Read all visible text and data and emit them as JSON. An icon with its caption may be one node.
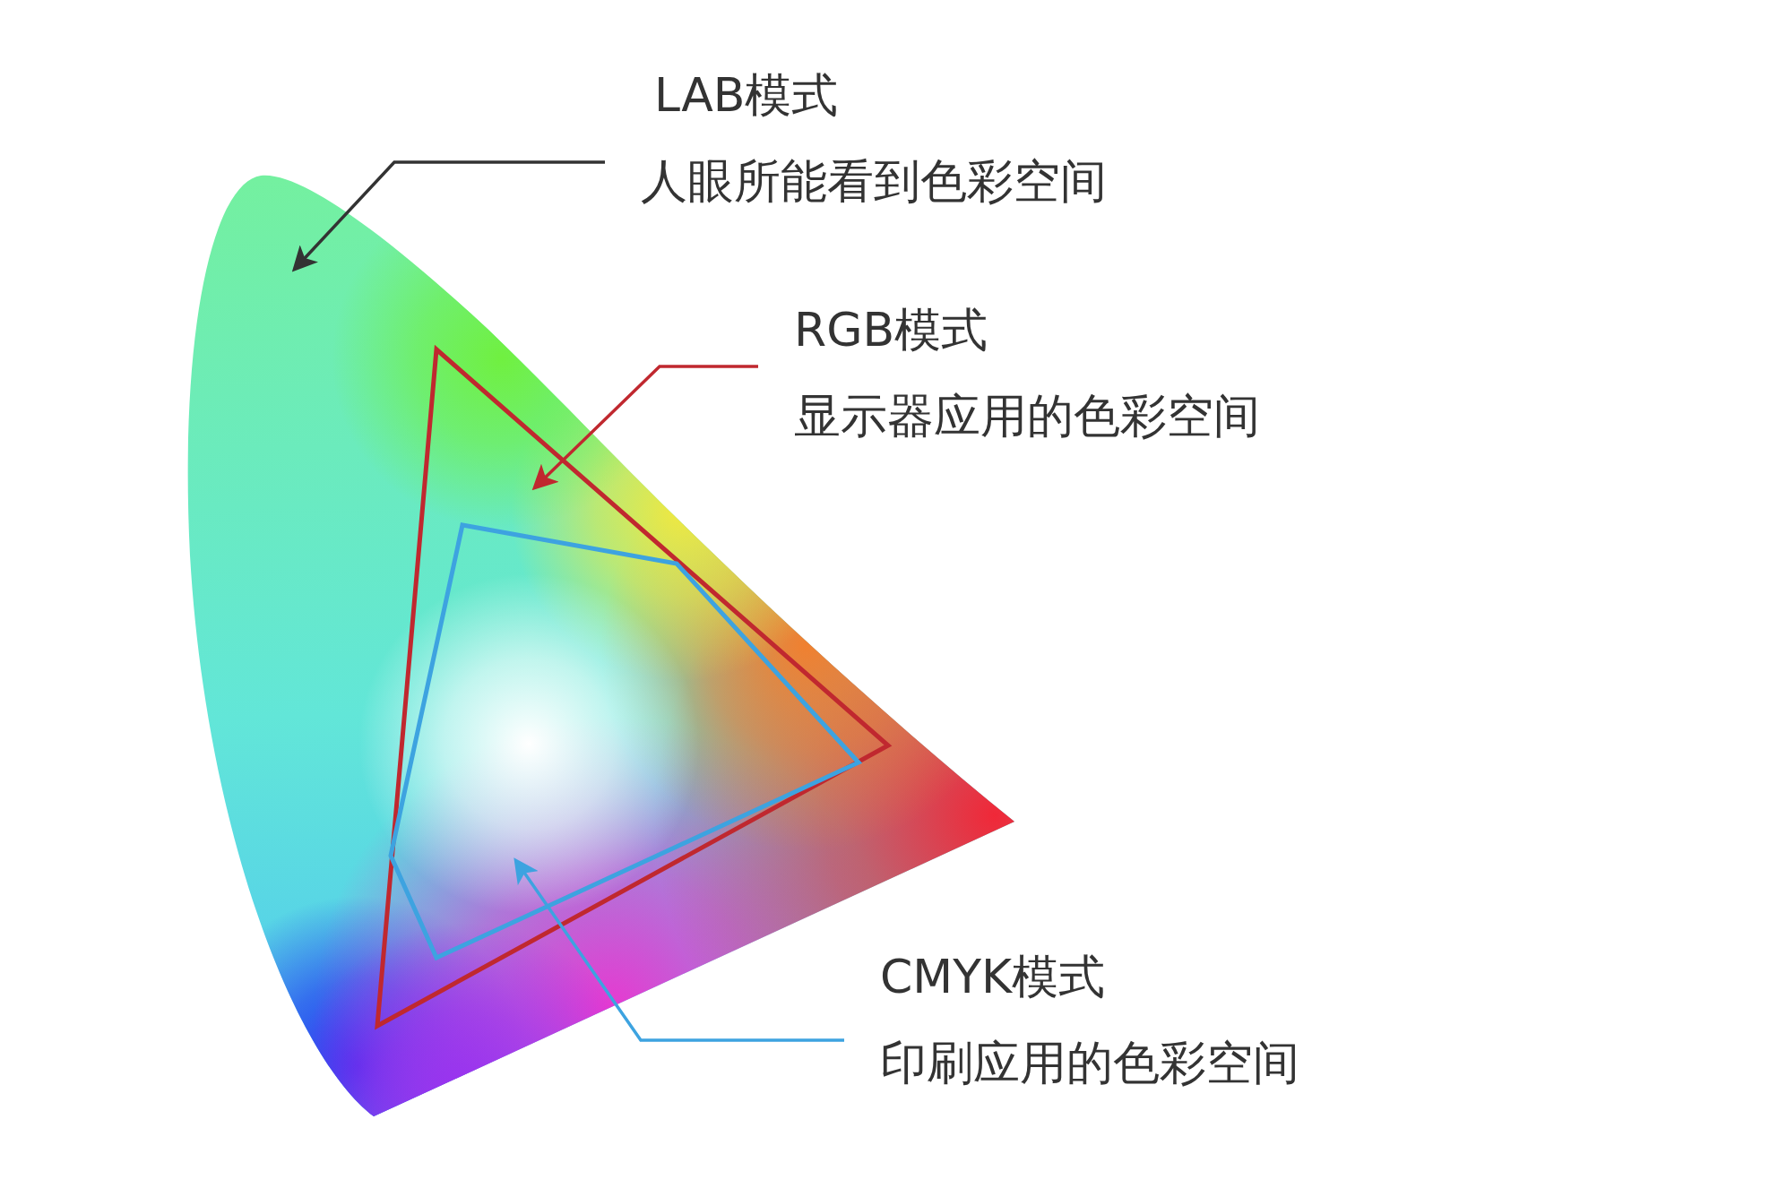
{
  "diagram": {
    "nodes": [
      {
        "text": [
          "LAB模式",
          "人眼所能看到色彩空间"
        ]
      },
      {
        "text": [
          "RGB模式",
          "显示器应用的色彩空间"
        ]
      },
      {
        "text": [
          "CMYK模式",
          "印刷应用的色彩空间"
        ]
      },
      {
        "text": [],
        "shape": "horseshoe"
      },
      {
        "text": [],
        "shape": "triangle",
        "in": 3
      },
      {
        "text": [],
        "shape": "polygon",
        "in": 4
      }
    ],
    "edges": [
      {
        "from": 0,
        "to": 3,
        "arrow": "to",
        "color": "#333333"
      },
      {
        "from": 1,
        "to": 4,
        "arrow": "to",
        "color": "#c0282f"
      },
      {
        "from": 2,
        "to": 5,
        "arrow": "to",
        "color": "#3da3e0"
      }
    ]
  }
}
